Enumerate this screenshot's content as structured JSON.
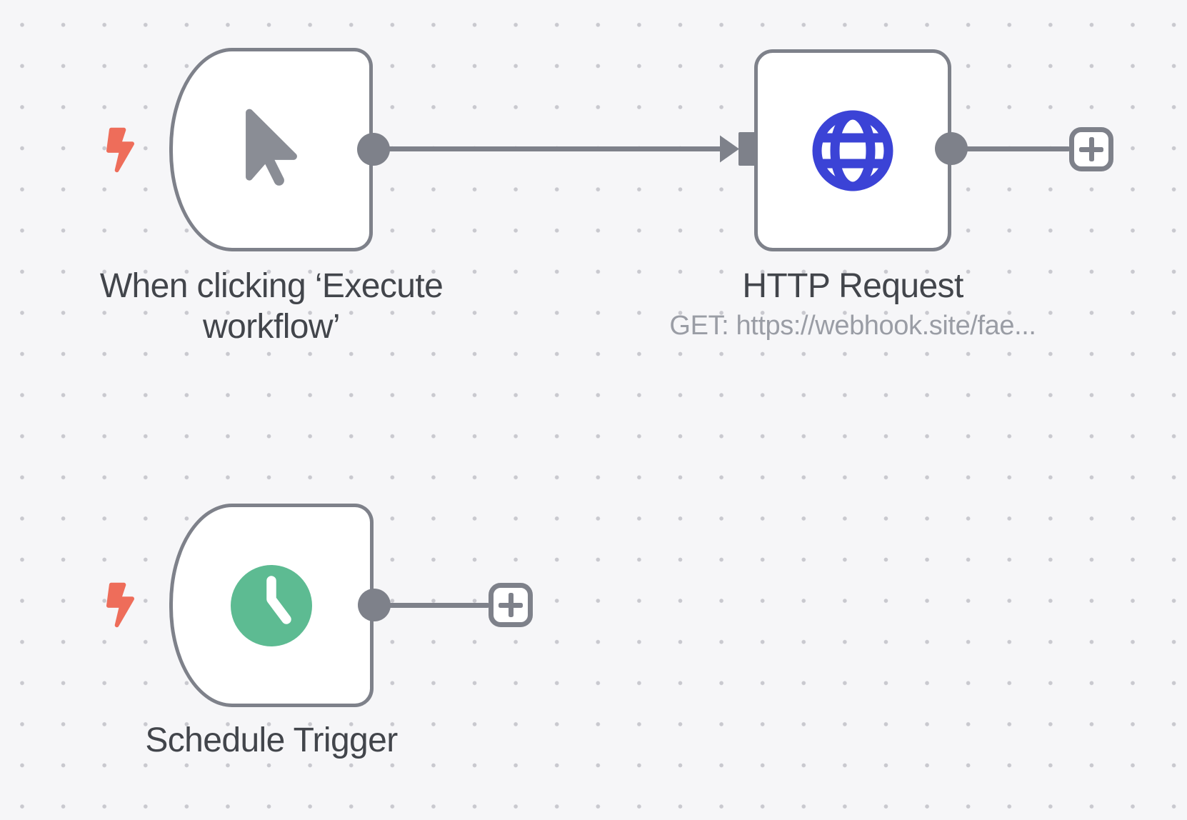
{
  "app": {
    "name": "n8n workflow canvas"
  },
  "colors": {
    "bg": "#f6f6f8",
    "dot": "#c9c9cf",
    "gray": "#7e818a",
    "border": "#7e818a",
    "node-bg": "#ffffff",
    "label": "#42454b",
    "subtitle": "#9a9da5",
    "bolt": "#ee6d5a",
    "globe": "#3b43d6",
    "clock": "#5dbb92",
    "cursor": "#8a8d95"
  },
  "nodes": {
    "manual_trigger": {
      "label": "When clicking ‘Execute workflow’",
      "label_line1": "When clicking ‘Execute",
      "label_line2": "workflow’",
      "icon": "mouse-pointer-icon",
      "type": "manual-trigger"
    },
    "http_request": {
      "label": "HTTP Request",
      "subtitle": "GET: https://webhook.site/fae...",
      "icon": "globe-icon",
      "type": "http-request"
    },
    "schedule_trigger": {
      "label": "Schedule Trigger",
      "icon": "clock-icon",
      "type": "schedule-trigger"
    }
  },
  "connections": [
    {
      "from": "manual_trigger",
      "to": "http_request"
    },
    {
      "from": "http_request",
      "to": "add-node-button"
    },
    {
      "from": "schedule_trigger",
      "to": "add-node-button"
    }
  ]
}
